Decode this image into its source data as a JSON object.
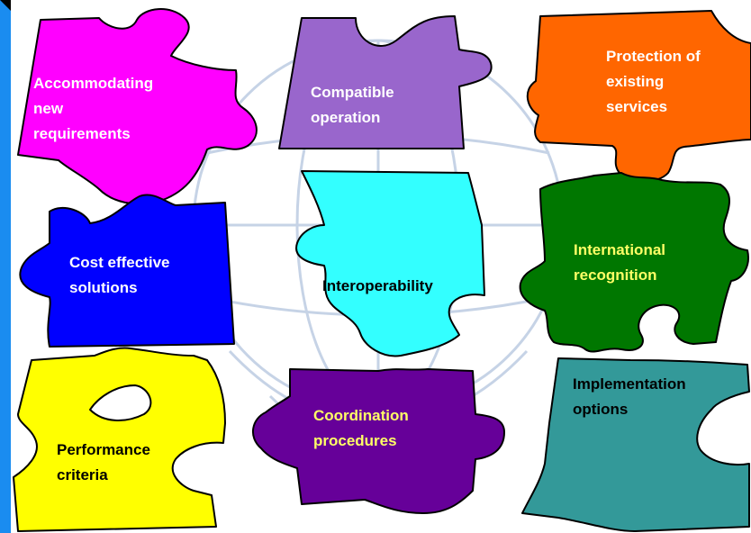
{
  "slide": {
    "background": "#ffffff",
    "left_bar_color": "#1a8cf0",
    "watermark": "globe-outline-icon",
    "watermark_color": "#c6d3e6"
  },
  "pieces": [
    {
      "id": "accommodating",
      "lines": [
        "Accommodating",
        "new",
        "requirements"
      ],
      "fill": "#ff00ff",
      "text_color": "#ffffff"
    },
    {
      "id": "compatible",
      "lines": [
        "Compatible",
        "operation"
      ],
      "fill": "#9966cc",
      "text_color": "#ffffff"
    },
    {
      "id": "protection",
      "lines": [
        "Protection of",
        "existing",
        "services"
      ],
      "fill": "#ff6600",
      "text_color": "#ffffff"
    },
    {
      "id": "cost",
      "lines": [
        "Cost effective",
        "solutions"
      ],
      "fill": "#0000ff",
      "text_color": "#ffffff"
    },
    {
      "id": "interoperability",
      "lines": [
        "Interoperability"
      ],
      "fill": "#33ffff",
      "text_color": "#000000"
    },
    {
      "id": "international",
      "lines": [
        "International",
        "recognition"
      ],
      "fill": "#007700",
      "text_color": "#ffff66"
    },
    {
      "id": "performance",
      "lines": [
        "Performance",
        "criteria"
      ],
      "fill": "#ffff00",
      "text_color": "#000000"
    },
    {
      "id": "coordination",
      "lines": [
        "Coordination",
        "procedures"
      ],
      "fill": "#660099",
      "text_color": "#ffff66"
    },
    {
      "id": "implementation",
      "lines": [
        "Implementation",
        "options"
      ],
      "fill": "#339999",
      "text_color": "#000000"
    }
  ]
}
